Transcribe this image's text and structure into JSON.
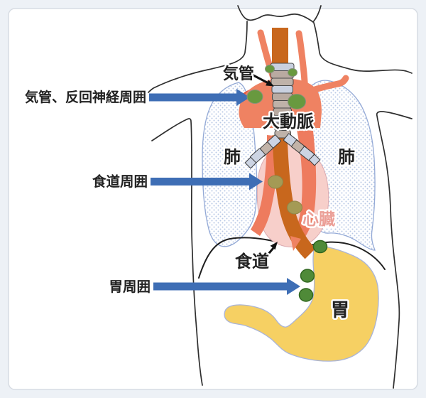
{
  "figure_type": "esophagus-lymph-node-anatomy-diagram",
  "annotations": {
    "peritracheal": {
      "label": "気管、反回神経周囲"
    },
    "periesophageal": {
      "label": "食道周囲"
    },
    "perigastric": {
      "label": "胃周囲"
    }
  },
  "organs": {
    "trachea": {
      "label": "気管"
    },
    "aorta": {
      "label": "大動脈"
    },
    "lung_left": {
      "label": "肺"
    },
    "lung_right": {
      "label": "肺"
    },
    "heart": {
      "label": "心臓"
    },
    "esophagus": {
      "label": "食道"
    },
    "stomach": {
      "label": "胃"
    }
  },
  "lymph_node_groups": [
    {
      "name": "peritracheal-recurrent-nerve",
      "label": "気管、反回神経周囲",
      "node_count": 4
    },
    {
      "name": "periesophageal",
      "label": "食道周囲",
      "node_count": 2
    },
    {
      "name": "perigastric",
      "label": "胃周囲",
      "node_count": 3
    }
  ],
  "colors": {
    "arrow_blue": "#3e6eb5",
    "esophagus_orange": "#c8671d",
    "vessel_salmon": "#ef8262",
    "vessel_deep": "#ee7b5e",
    "heart_pink": "#f7cfca",
    "stomach_yellow": "#f6d063",
    "lung_dot_blue": "#7e9bd0",
    "node_green_upper": "#68993f",
    "node_olive": "#a49a55",
    "node_green_lower": "#4f8a38",
    "heart_label_pink": "#eb9f97"
  }
}
